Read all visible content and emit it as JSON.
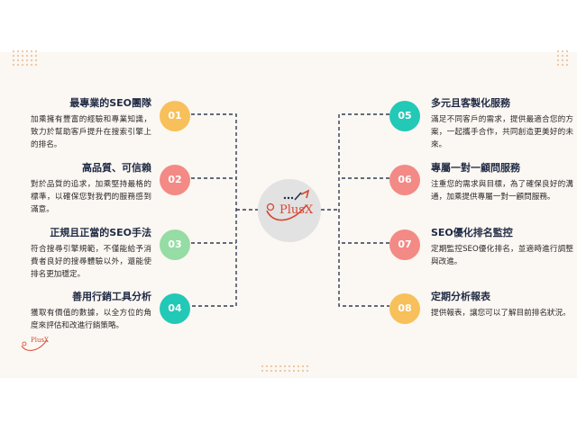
{
  "logo": {
    "center_text": "PlusX",
    "corner_text": "PlusX"
  },
  "colors": {
    "gold": "#f7c05a",
    "pink": "#f38a85",
    "green": "#96dca5",
    "teal": "#22c9b6",
    "navy": "#1f2a44"
  },
  "left_items": [
    {
      "num": "01",
      "title": "最專業的SEO團隊",
      "desc": "加乘擁有豐富的經驗和專業知識，致力於幫助客戶提升在搜索引擎上的排名。",
      "color": "#f7c05a"
    },
    {
      "num": "02",
      "title": "高品質、可信賴",
      "desc": "對於品質的追求，加乘堅持最格的標準，以確保您對我們的服務感到滿意。",
      "color": "#f38a85"
    },
    {
      "num": "03",
      "title": "正規且正當的SEO手法",
      "desc": "符合搜尋引擎規範，不僅能給予消費者良好的搜尋體驗以外，還能使排名更加穩定。",
      "color": "#96dca5"
    },
    {
      "num": "04",
      "title": "善用行銷工具分析",
      "desc": "獲取有價值的數據，以全方位的角度來評估和改進行銷策略。",
      "color": "#22c9b6"
    }
  ],
  "right_items": [
    {
      "num": "05",
      "title": "多元且客製化服務",
      "desc": "滿足不同客戶的需求，提供最適合您的方案，一起攜手合作，共同創造更美好的未來。",
      "color": "#22c9b6"
    },
    {
      "num": "06",
      "title": "專屬一對一顧問服務",
      "desc": "注重您的需求與目標，為了確保良好的溝通，加乘提供專屬一對一顧問服務。",
      "color": "#f38a85"
    },
    {
      "num": "07",
      "title": "SEO優化排名監控",
      "desc": "定期監控SEO優化排名，並適時進行調整與改進。",
      "color": "#f38a85"
    },
    {
      "num": "08",
      "title": "定期分析報表",
      "desc": "提供報表，讓您可以了解目前排名狀況。",
      "color": "#f7c05a"
    }
  ]
}
